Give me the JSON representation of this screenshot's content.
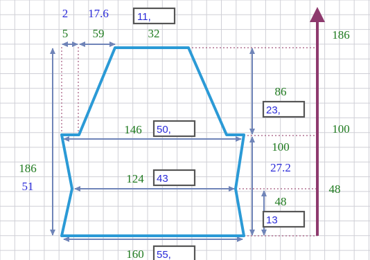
{
  "labels": {
    "top_left_width_blue": "2",
    "top_left_width_green": "5",
    "top_second_width_blue": "17.6",
    "top_second_width_green": "59",
    "top_width_box": "11,",
    "top_width_green": "32",
    "right_total_height_green": "186",
    "upper_height_green": "86",
    "upper_height_box": "23,",
    "shoulder_height_green": "100",
    "mid_height_green": "100",
    "mid_height_blue": "27.2",
    "lower_height_green": "48",
    "waist_level_green": "48",
    "bottom_height_box": "13",
    "shoulder_width_green": "146",
    "shoulder_width_box": "50,",
    "waist_width_green": "124",
    "waist_width_box": "43",
    "bottom_width_green": "160",
    "bottom_width_box": "55,",
    "left_height_green": "186",
    "left_height_blue": "51"
  },
  "colors": {
    "grid": "#cfcfd6",
    "outline": "#2b9ad6",
    "dimension_line": "#6f84b8",
    "arrow": "#8e3a6e",
    "guide": "#b07090",
    "text_blue": "#2a2ad8",
    "text_green": "#1f7a1f"
  }
}
